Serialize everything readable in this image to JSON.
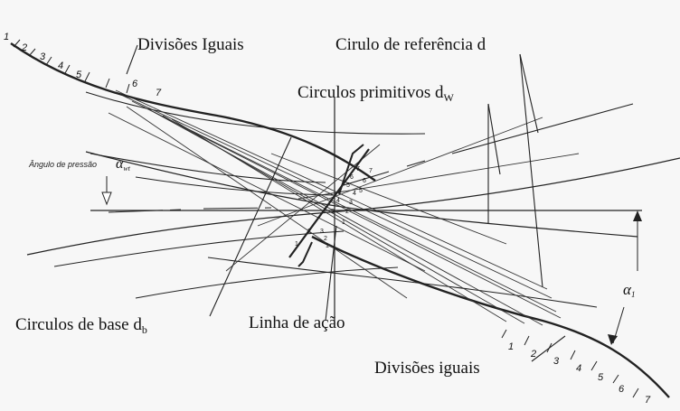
{
  "labels": {
    "equal_divisions_top": "Divisões Iguais",
    "reference_circle": "Cirulo de referência d",
    "pitch_circles": "Circulos primitivos d",
    "pitch_circles_sub": "W",
    "pressure_angle": "Ângulo de pressão",
    "pressure_angle_symbol": "α",
    "pressure_angle_sub": "wt",
    "base_circles": "Circulos de base d",
    "base_circles_sub": "b",
    "line_of_action": "Linha de ação",
    "equal_divisions_bottom": "Divisões iguais",
    "alpha_one": "α",
    "alpha_one_sub": "1"
  },
  "top_divisions": [
    "1",
    "2",
    "3",
    "4",
    "5",
    "6",
    "7"
  ],
  "bottom_divisions": [
    "1",
    "2",
    "3",
    "4",
    "5",
    "6",
    "7"
  ],
  "action_line_marks_left": [
    "7",
    "6",
    "5",
    "4",
    "3",
    "2",
    "1"
  ],
  "action_line_marks_right": [
    "1",
    "2",
    "3",
    "4",
    "5",
    "6",
    "7"
  ],
  "action_line_marks_lower": [
    "3",
    "2",
    "1"
  ]
}
